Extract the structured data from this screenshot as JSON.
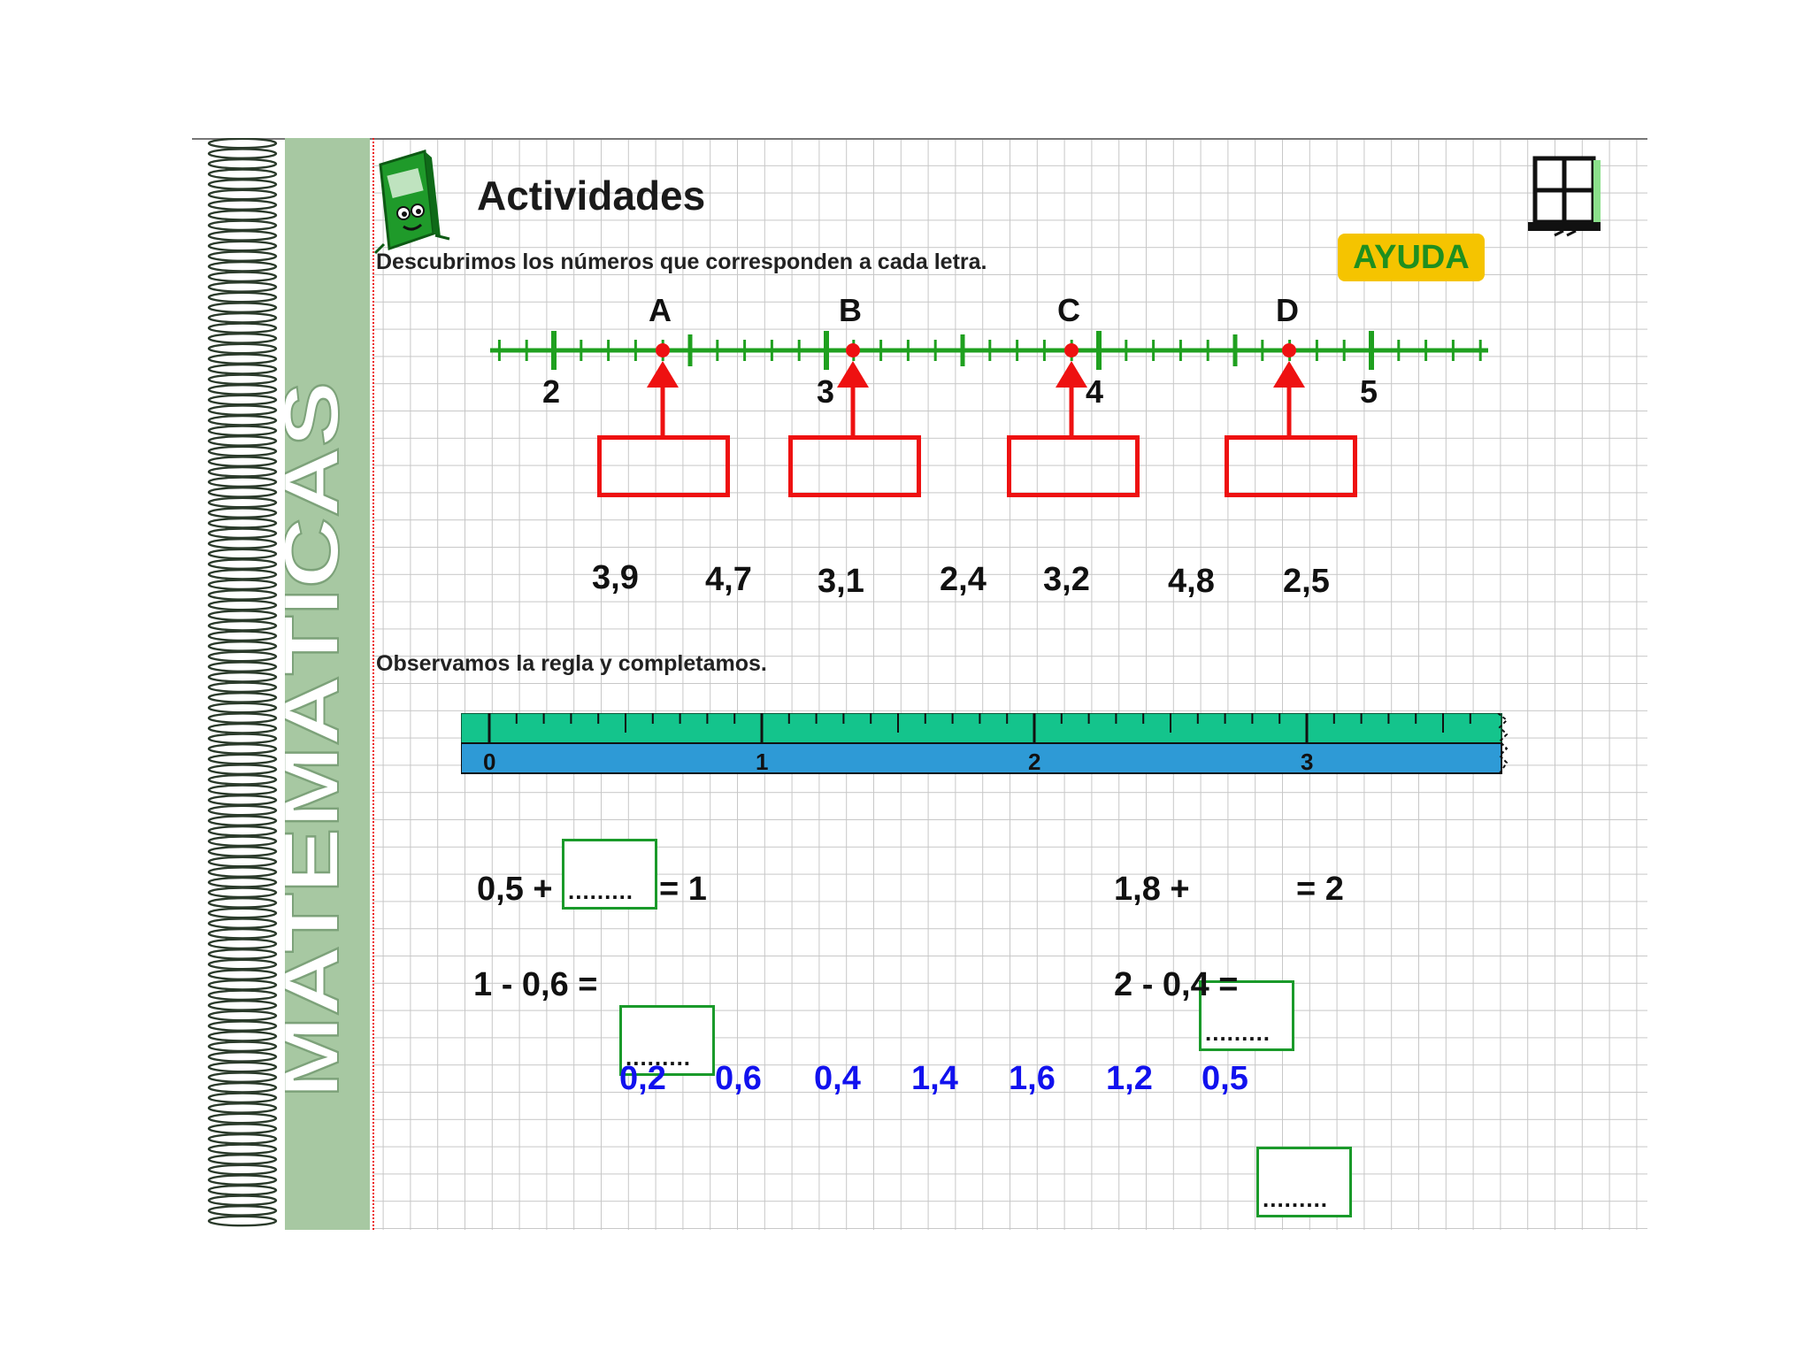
{
  "app": {
    "vertical_title": "MATEMÁTICAS",
    "book_icon": "green-book-mascot-icon",
    "title": "Actividades",
    "help_button": "AYUDA",
    "window_icon": "window-icon"
  },
  "activity1": {
    "instruction": "Descubrimos los números que corresponden a cada letra.",
    "letters": [
      "A",
      "B",
      "C",
      "D"
    ],
    "tick_labels": [
      "2",
      "3",
      "4",
      "5"
    ],
    "choices": [
      "3,9",
      "4,7",
      "3,1",
      "2,4",
      "3,2",
      "4,8",
      "2,5"
    ],
    "number_line_color": "#1fa01f",
    "marker_color": "#ee1111"
  },
  "activity2": {
    "instruction": "Observamos la regla y completamos.",
    "ruler_labels": [
      "0",
      "1",
      "2",
      "3"
    ],
    "ruler_top_color": "#14c48c",
    "ruler_bottom_color": "#2e9ad6",
    "equations": [
      {
        "before": "0,5 +",
        "after": "= 1",
        "blank": "........."
      },
      {
        "before": "1 - 0,6 =",
        "after": "",
        "blank": "........."
      },
      {
        "before": "1,8 +",
        "after": "= 2",
        "blank": "........."
      },
      {
        "before": "2 - 0,4 =",
        "after": "",
        "blank": "........."
      }
    ],
    "choices": [
      "0,2",
      "0,6",
      "0,4",
      "1,4",
      "1,6",
      "1,2",
      "0,5"
    ],
    "choice_color": "#1111ee"
  }
}
